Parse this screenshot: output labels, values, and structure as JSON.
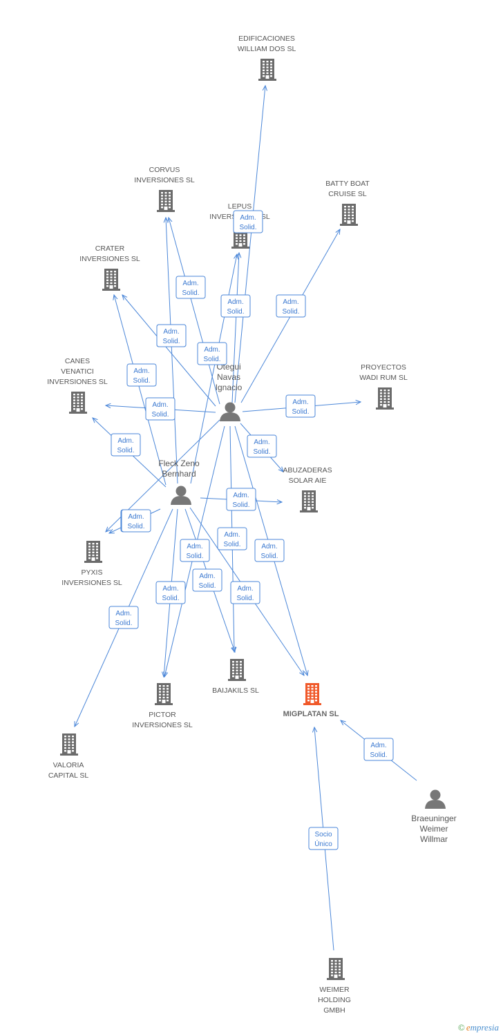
{
  "colors": {
    "edge": "#4a86d8",
    "company": "#6b6b6b",
    "main_company": "#f0592a",
    "person": "#777777"
  },
  "nodes": [
    {
      "id": "edificaciones",
      "type": "company",
      "label": [
        "EDIFICACIONES",
        "WILLIAM DOS SL"
      ]
    },
    {
      "id": "corvus",
      "type": "company",
      "label": [
        "CORVUS",
        "INVERSIONES SL"
      ]
    },
    {
      "id": "lepus",
      "type": "company",
      "label": [
        "LEPUS",
        "INVERSIONES SL"
      ]
    },
    {
      "id": "batty",
      "type": "company",
      "label": [
        "BATTY BOAT",
        "CRUISE SL"
      ]
    },
    {
      "id": "crater",
      "type": "company",
      "label": [
        "CRATER",
        "INVERSIONES SL"
      ]
    },
    {
      "id": "canes",
      "type": "company",
      "label": [
        "CANES",
        "VENATICI",
        "INVERSIONES SL"
      ]
    },
    {
      "id": "proyectos",
      "type": "company",
      "label": [
        "PROYECTOS",
        "WADI RUM SL"
      ]
    },
    {
      "id": "abuzaderas",
      "type": "company",
      "label": [
        "ABUZADERAS",
        "SOLAR AIE"
      ]
    },
    {
      "id": "pyxis",
      "type": "company",
      "label": [
        "PYXIS",
        "INVERSIONES SL"
      ]
    },
    {
      "id": "baijakils",
      "type": "company",
      "label": [
        "BAIJAKILS SL"
      ]
    },
    {
      "id": "pictor",
      "type": "company",
      "label": [
        "PICTOR",
        "INVERSIONES SL"
      ]
    },
    {
      "id": "migplatan",
      "type": "main",
      "label": [
        "MIGPLATAN SL"
      ]
    },
    {
      "id": "valoria",
      "type": "company",
      "label": [
        "VALORIA",
        "CAPITAL SL"
      ]
    },
    {
      "id": "weimer_holding",
      "type": "company",
      "label": [
        "WEIMER",
        "HOLDING",
        "GMBH"
      ]
    },
    {
      "id": "otegui",
      "type": "person",
      "label": [
        "Otegui",
        "Navas",
        "Ignacio"
      ]
    },
    {
      "id": "fleck",
      "type": "person",
      "label": [
        "Fleck Zeno",
        "Bernhard"
      ]
    },
    {
      "id": "braeuninger",
      "type": "person",
      "label": [
        "Braeuninger",
        "Weimer",
        "Willmar"
      ]
    }
  ],
  "edges": [
    {
      "from": "otegui",
      "to": "edificaciones",
      "label": [
        "Adm.",
        "Solid."
      ]
    },
    {
      "from": "otegui",
      "to": "lepus",
      "label": [
        "Adm.",
        "Solid."
      ]
    },
    {
      "from": "otegui",
      "to": "corvus",
      "label": [
        "Adm.",
        "Solid."
      ]
    },
    {
      "from": "otegui",
      "to": "crater",
      "label": [
        "Adm.",
        "Solid."
      ]
    },
    {
      "from": "otegui",
      "to": "batty",
      "label": [
        "Adm.",
        "Solid."
      ]
    },
    {
      "from": "otegui",
      "to": "canes",
      "label": [
        "Adm.",
        "Solid."
      ]
    },
    {
      "from": "otegui",
      "to": "proyectos",
      "label": [
        "Adm.",
        "Solid."
      ]
    },
    {
      "from": "otegui",
      "to": "abuzaderas",
      "label": [
        "Adm.",
        "Solid."
      ]
    },
    {
      "from": "otegui",
      "to": "pyxis",
      "label": [
        "Adm.",
        "Solid."
      ]
    },
    {
      "from": "otegui",
      "to": "baijakils",
      "label": [
        "Adm.",
        "Solid."
      ]
    },
    {
      "from": "otegui",
      "to": "pictor",
      "label": [
        "Adm.",
        "Solid."
      ]
    },
    {
      "from": "otegui",
      "to": "migplatan",
      "label": [
        "Adm.",
        "Solid."
      ]
    },
    {
      "from": "fleck",
      "to": "lepus",
      "label": [
        "Adm.",
        "Solid."
      ]
    },
    {
      "from": "fleck",
      "to": "corvus",
      "label": [
        "Adm.",
        "Solid."
      ]
    },
    {
      "from": "fleck",
      "to": "crater",
      "label": [
        "Adm.",
        "Solid."
      ]
    },
    {
      "from": "fleck",
      "to": "canes",
      "label": [
        "Adm.",
        "Solid."
      ]
    },
    {
      "from": "fleck",
      "to": "pyxis",
      "label": [
        "Adm.",
        "Solid."
      ]
    },
    {
      "from": "fleck",
      "to": "abuzaderas",
      "label": [
        "Adm.",
        "Solid."
      ]
    },
    {
      "from": "fleck",
      "to": "baijakils",
      "label": [
        "Adm.",
        "Solid."
      ]
    },
    {
      "from": "fleck",
      "to": "pictor",
      "label": [
        "Adm.",
        "Solid."
      ]
    },
    {
      "from": "fleck",
      "to": "migplatan",
      "label": [
        "Adm.",
        "Solid."
      ]
    },
    {
      "from": "fleck",
      "to": "valoria",
      "label": [
        "Adm.",
        "Solid."
      ]
    },
    {
      "from": "braeuninger",
      "to": "migplatan",
      "label": [
        "Adm.",
        "Solid."
      ]
    },
    {
      "from": "weimer_holding",
      "to": "migplatan",
      "label": [
        "Socio",
        "Único"
      ]
    }
  ],
  "watermark": {
    "copyright": "©",
    "brand_initial": "e",
    "brand_rest": "mpresia"
  }
}
